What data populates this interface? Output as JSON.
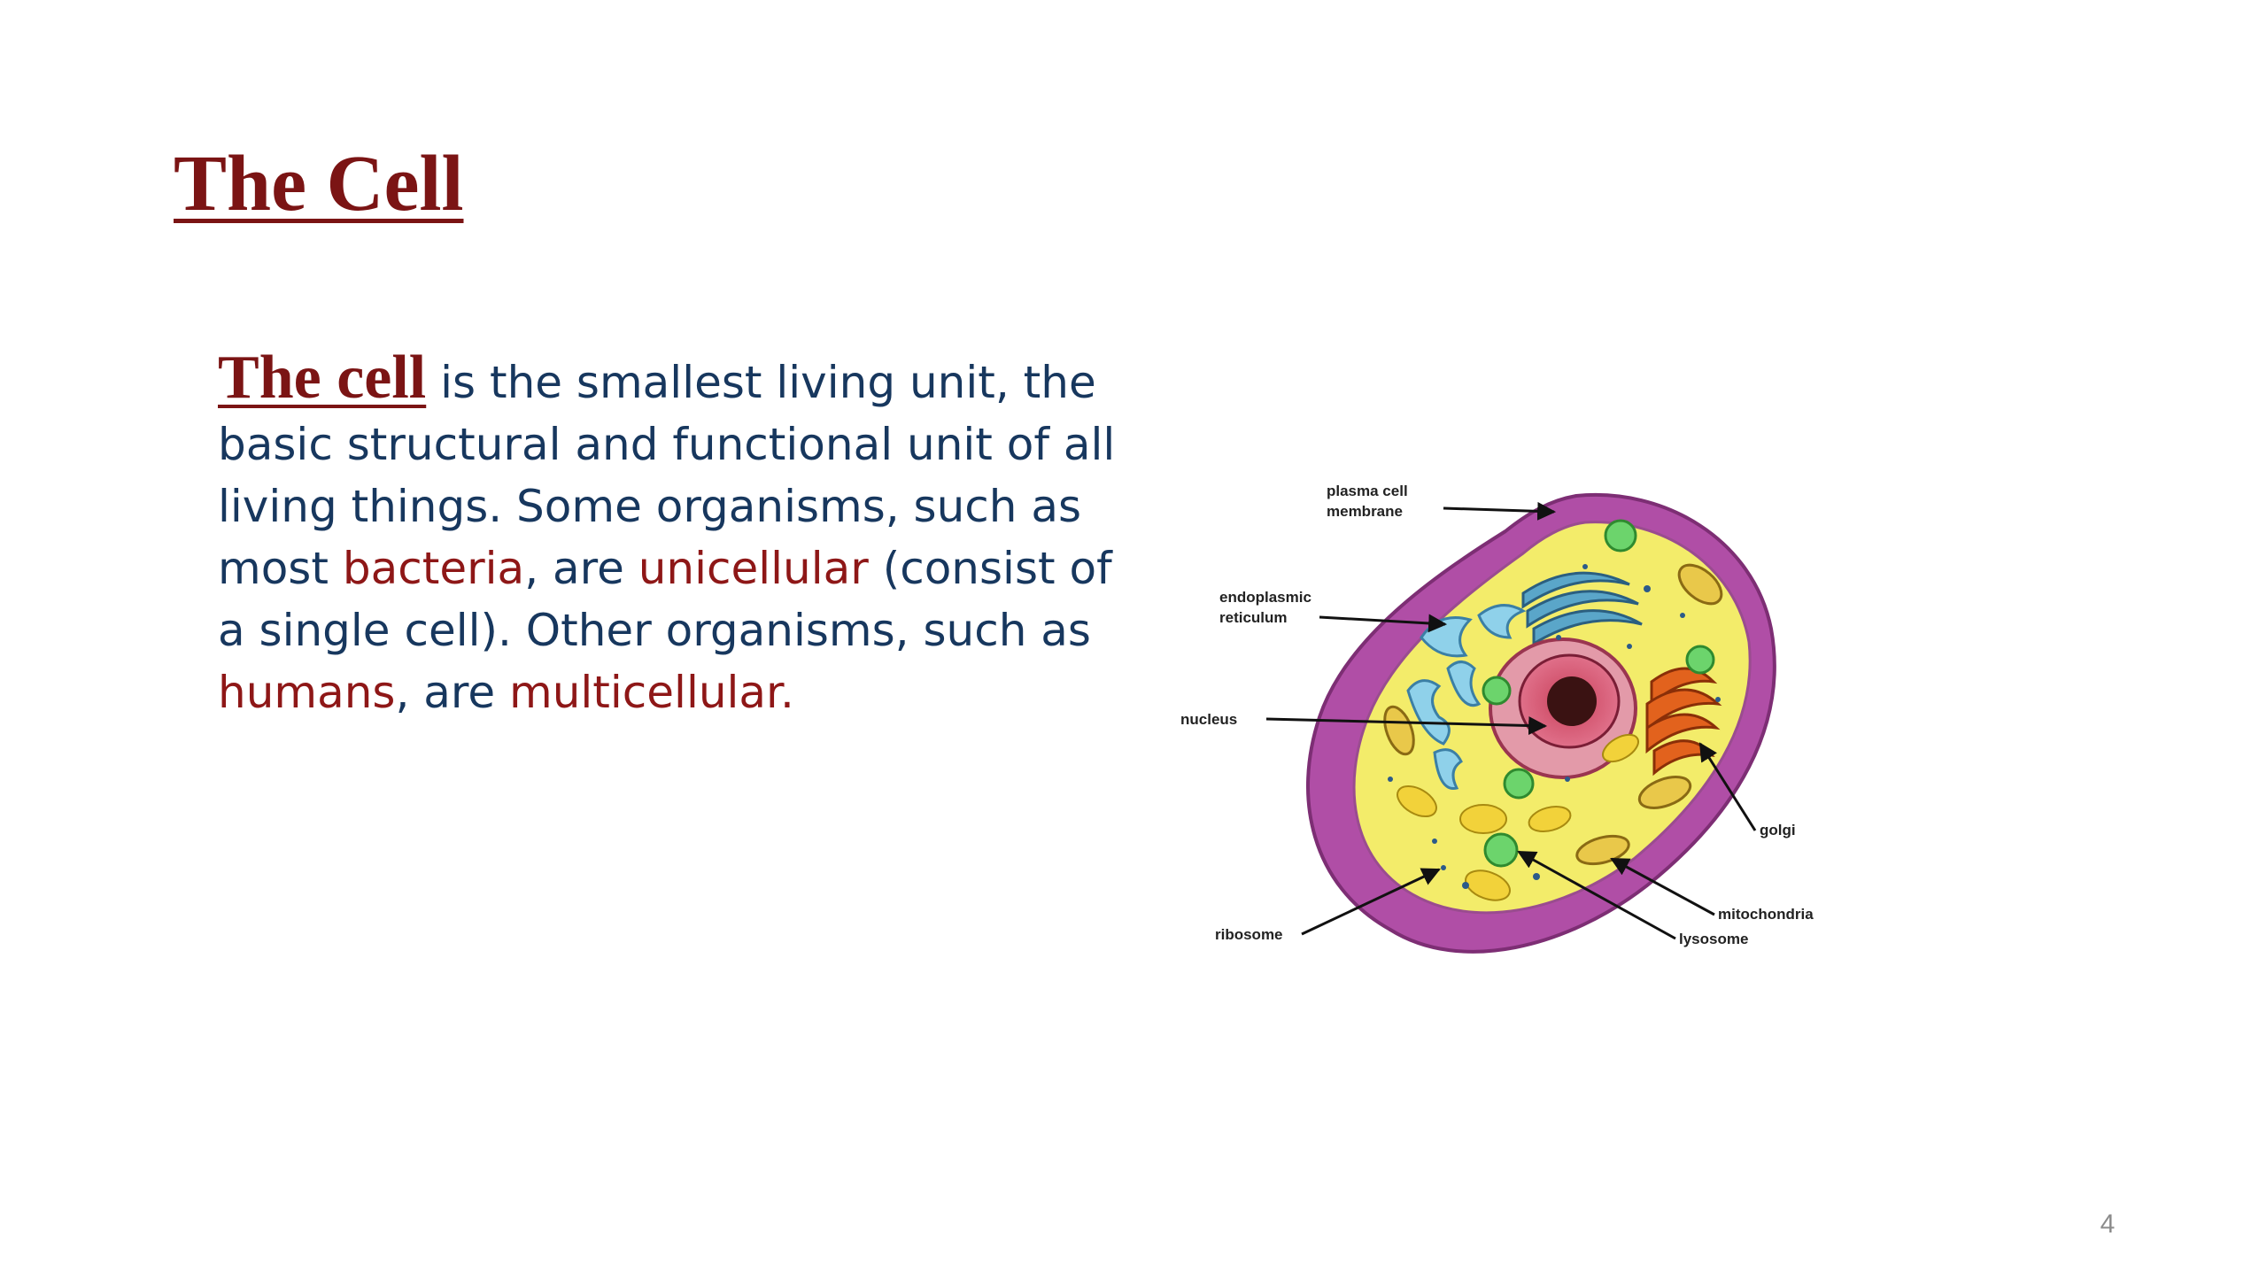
{
  "slide": {
    "title": "The Cell",
    "body": {
      "lead_term": "The cell",
      "seg1": " is the smallest living unit, the basic structural and functional unit of all living things. Some organisms, such as most ",
      "bacteria": "bacteria",
      "seg2": ", are ",
      "unicellular": "unicellular",
      "seg3": " (consist of a single cell). Other organisms, such as ",
      "humans": "humans",
      "seg4": ", are ",
      "multicellular": "multicellular."
    },
    "page_number": "4"
  },
  "diagram": {
    "labels": {
      "plasma_line1": "plasma cell",
      "plasma_line2": "membrane",
      "er_line1": "endoplasmic",
      "er_line2": "reticulum",
      "nucleus": "nucleus",
      "golgi": "golgi",
      "mitochondria": "mitochondria",
      "lysosome": "lysosome",
      "ribosome": "ribosome"
    }
  },
  "colors": {
    "title": "#7b1414",
    "body_text": "#17375e",
    "highlight": "#8e1717",
    "page_number": "#8c8c8c"
  }
}
